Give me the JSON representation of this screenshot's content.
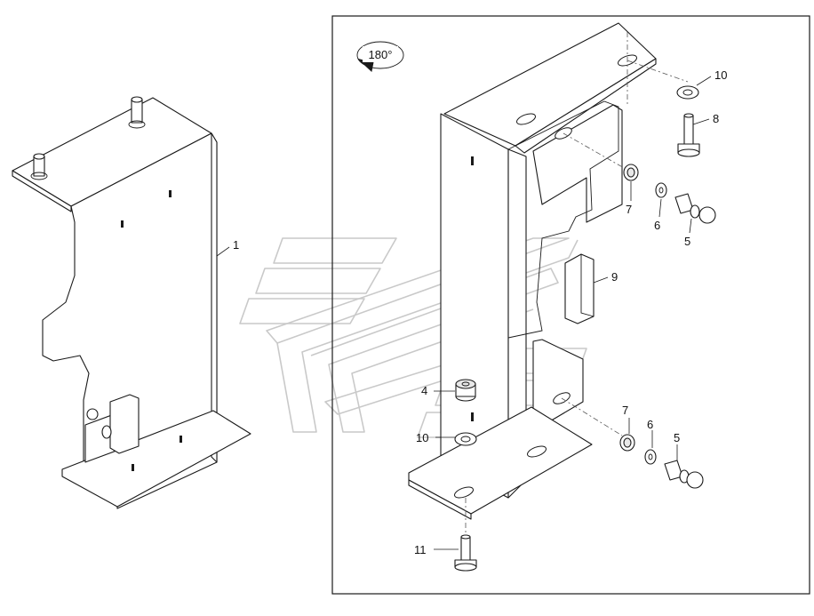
{
  "rotation_badge": {
    "text": "180°",
    "icon": "rotate-clockwise-icon"
  },
  "callouts": {
    "left_bracket": "1",
    "nut_upper": "7",
    "washer_upper": "6",
    "ball_stud_upper": "5",
    "washer_top": "10",
    "bolt_top": "8",
    "clip": "9",
    "spacer": "4",
    "washer_lower_left": "10",
    "nut_lower": "7",
    "washer_lower": "6",
    "ball_stud_lower": "5",
    "bolt_bottom": "11"
  }
}
